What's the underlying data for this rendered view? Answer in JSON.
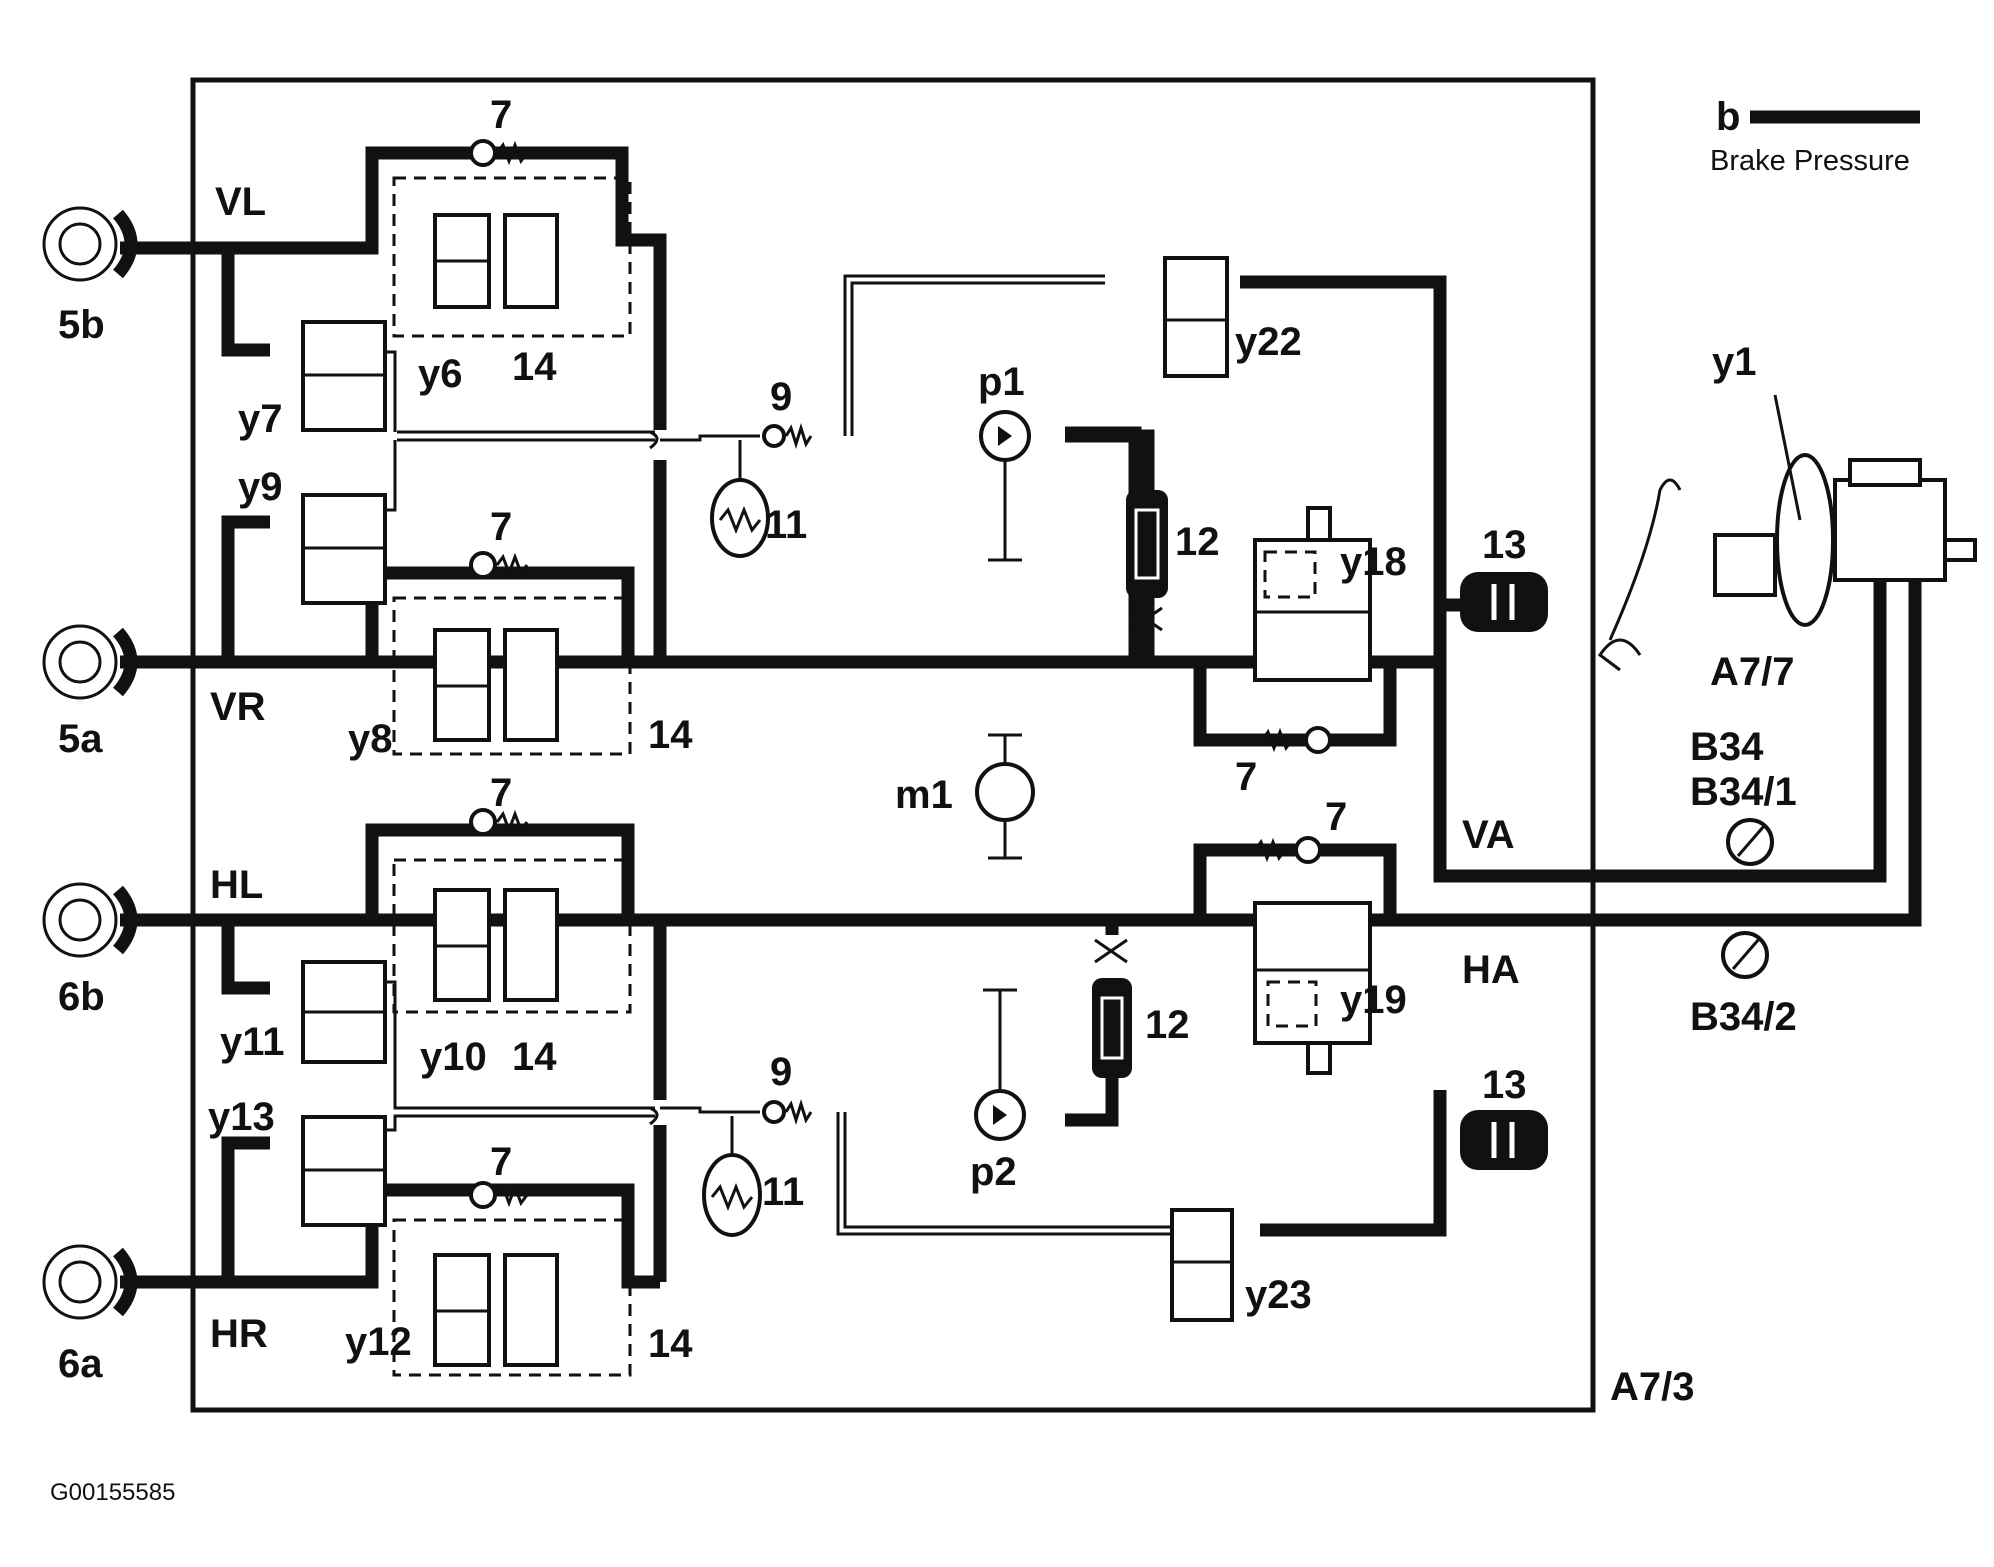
{
  "legend": {
    "symbol": "b",
    "text": "Brake Pressure"
  },
  "module": {
    "id": "A7/3"
  },
  "booster": {
    "id": "A7/7",
    "valve": "y1"
  },
  "wheels": {
    "front_left": "5b",
    "front_right": "5a",
    "rear_left": "6b",
    "rear_right": "6a"
  },
  "circuits": {
    "VL": "VL",
    "VR": "VR",
    "HL": "HL",
    "HR": "HR",
    "VA": "VA",
    "HA": "HA"
  },
  "valves": {
    "y6": "y6",
    "y7": "y7",
    "y8": "y8",
    "y9": "y9",
    "y10": "y10",
    "y11": "y11",
    "y12": "y12",
    "y13": "y13",
    "y18": "y18",
    "y19": "y19",
    "y22": "y22",
    "y23": "y23"
  },
  "components": {
    "check_valve": "7",
    "restrictor": "9",
    "accumulator": "11",
    "damper": "12",
    "reservoir": "13",
    "nonreturn": "14",
    "pump_front": "p1",
    "pump_rear": "p2",
    "motor": "m1"
  },
  "sensors": {
    "b34": "B34",
    "b34_1": "B34/1",
    "b34_2": "B34/2"
  },
  "figure_code": "G00155585"
}
